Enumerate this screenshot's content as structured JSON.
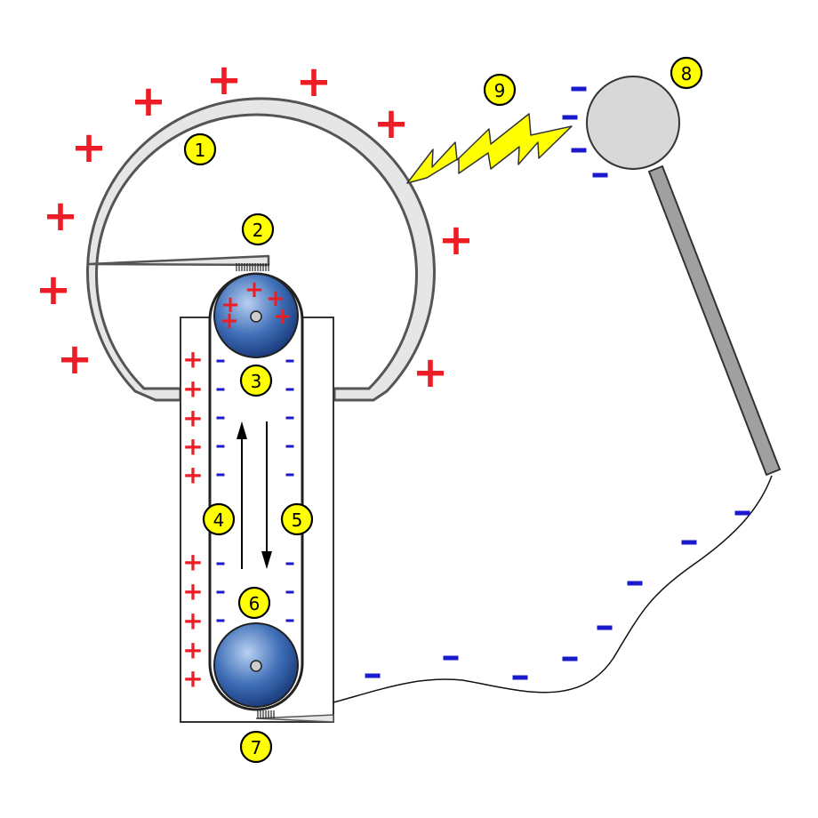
{
  "colors": {
    "positive": "#ee1c24",
    "negative": "#1a1acc",
    "badge_fill": "#ffff00",
    "spark": "#ffff00",
    "dome_stroke": "#555555",
    "dome_fill": "#e6e6e6",
    "roller": "#3a6db5",
    "sphere_fill": "#d8d8d8",
    "rod_fill": "#a0a0a0"
  },
  "labels": [
    "1",
    "2",
    "3",
    "4",
    "5",
    "6",
    "7",
    "8",
    "9"
  ],
  "positive_sign": "+",
  "negative_sign": "-",
  "icons": {
    "dome": "hollow-metal-dome-icon",
    "upper_comb": "upper-comb-brush-icon",
    "lower_comb": "lower-comb-brush-icon",
    "upper_roller": "upper-roller-icon",
    "lower_roller": "lower-roller-icon",
    "belt": "belt-icon",
    "column": "insulating-column-icon",
    "arrow_up": "arrow-up-icon",
    "arrow_down": "arrow-down-icon",
    "spark": "lightning-spark-icon",
    "sphere": "discharge-sphere-icon",
    "rod": "sphere-rod-icon",
    "wire": "ground-wire-icon"
  }
}
